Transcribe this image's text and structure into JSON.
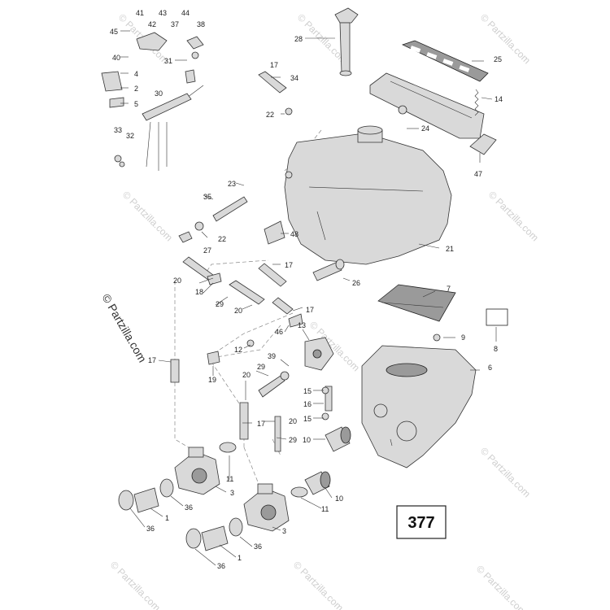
{
  "page_number": "377",
  "watermark": {
    "side_text": "© Partzilla.com",
    "repeat_text": "© Partzilla.com"
  },
  "callouts": [
    "41",
    "43",
    "44",
    "45",
    "42",
    "37",
    "38",
    "40",
    "31",
    "4",
    "2",
    "5",
    "30",
    "33",
    "32",
    "28",
    "25",
    "17",
    "34",
    "14",
    "22",
    "24",
    "47",
    "23",
    "35",
    "22",
    "48",
    "21",
    "27",
    "20",
    "17",
    "18",
    "26",
    "29",
    "20",
    "7",
    "17",
    "46",
    "13",
    "9",
    "12",
    "8",
    "6",
    "17",
    "19",
    "39",
    "20",
    "29",
    "15",
    "16",
    "15",
    "17",
    "20",
    "10",
    "29",
    "11",
    "3",
    "10",
    "36",
    "1",
    "11",
    "36",
    "3",
    "36",
    "1",
    "36"
  ]
}
